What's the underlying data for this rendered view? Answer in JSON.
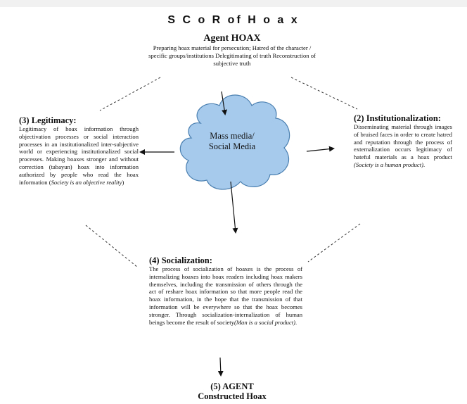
{
  "title": "S C o R of H o a x",
  "agent": {
    "heading": "Agent HOAX",
    "text": "Preparing hoax material for persecution; Hatred of the character / specific groups/institutions Delegitimating of truth Reconstruction of subjective truth"
  },
  "center": {
    "label_line1": "Mass media/",
    "label_line2": "Social Media",
    "fill": "#a6caec"
  },
  "legitimacy": {
    "heading": "(3) Legitimacy:",
    "text": "Legitimacy of hoax information through objectivation processes or social interaction processes in an institutionalized inter-subjective world or experiencing institutionalized social processes. Making hoaxes stronger and without correction (tabayun) hoax into information authorized by people who read the hoax information (",
    "italic": "Society is an objective reality",
    "tail": ")"
  },
  "institutionalization": {
    "heading": "(2) Institutionalization:",
    "text": "Disseminating material through images of bruised faces in order to create hatred and reputation through the process of externalization occurs legitimacy of hateful materials as a hoax product ",
    "italic": "(Society is a human product)",
    "tail": "."
  },
  "socialization": {
    "heading": "(4) Socialization:",
    "text": "The process of socialization of hoaxes is the process of internalizing hoaxes into hoax readers including hoax makers themselves, including the transmission of others through the act of reshare hoax information so that more people read the hoax information, in the hope that the transmission of that information will be everywhere so that the hoax becomes stronger. Through socialization-internalization of human beings become the result of society",
    "italic": "(Man is a social product)",
    "tail": "."
  },
  "final": {
    "line1": "(5) AGENT",
    "line2": "Constructed Hoax"
  }
}
